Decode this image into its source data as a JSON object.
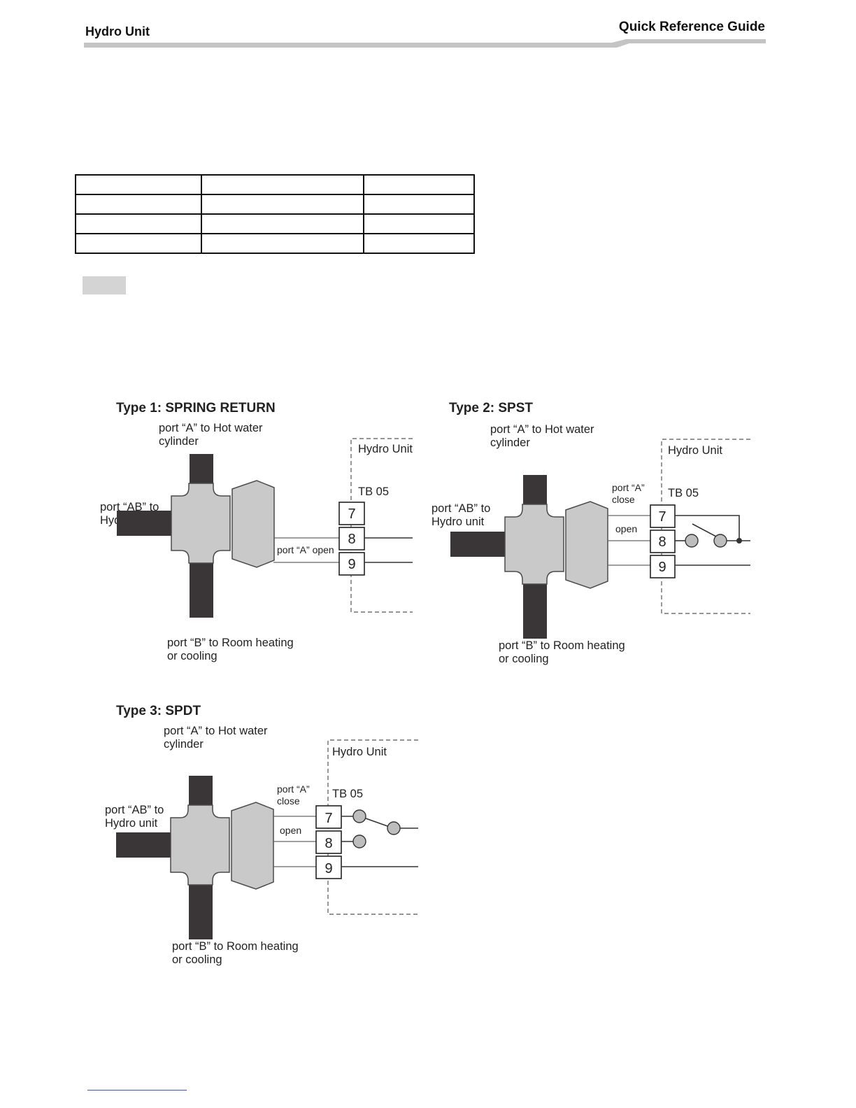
{
  "header": {
    "left_title": "Hydro Unit",
    "right_title": "Quick Reference Guide"
  },
  "colors": {
    "pipe": "#3a3637",
    "valve_body": "#c9c9c9",
    "outline": "#4a4a4a",
    "header_bar": "#c4c4c4",
    "note_box": "#d4d4d4"
  },
  "diagrams": {
    "type1": {
      "title": "Type 1: SPRING RETURN",
      "port_a_1": "port “A” to Hot water",
      "port_a_2": "cylinder",
      "port_ab_1": "port “AB” to",
      "port_ab_2": "Hydro unit",
      "port_b_1": "port “B” to Room heating",
      "port_b_2": "or cooling",
      "hydro_unit": "Hydro Unit",
      "tb": "TB 05",
      "wire_label": "port “A” open",
      "t7": "7",
      "t8": "8",
      "t9": "9"
    },
    "type2": {
      "title": "Type 2: SPST",
      "port_a_1": "port “A” to Hot water",
      "port_a_2": "cylinder",
      "port_ab_1": "port “AB” to",
      "port_ab_2": "Hydro unit",
      "port_b_1": "port “B” to Room heating",
      "port_b_2": "or cooling",
      "hydro_unit": "Hydro Unit",
      "tb": "TB 05",
      "close_1": "port “A”",
      "close_2": "close",
      "open": "open",
      "t7": "7",
      "t8": "8",
      "t9": "9"
    },
    "type3": {
      "title": "Type 3: SPDT",
      "port_a_1": "port “A” to Hot water",
      "port_a_2": "cylinder",
      "port_ab_1": "port “AB” to",
      "port_ab_2": "Hydro unit",
      "port_b_1": "port “B” to Room heating",
      "port_b_2": "or cooling",
      "hydro_unit": "Hydro Unit",
      "tb": "TB 05",
      "close_1": "port “A”",
      "close_2": "close",
      "open": "open",
      "t7": "7",
      "t8": "8",
      "t9": "9"
    }
  }
}
